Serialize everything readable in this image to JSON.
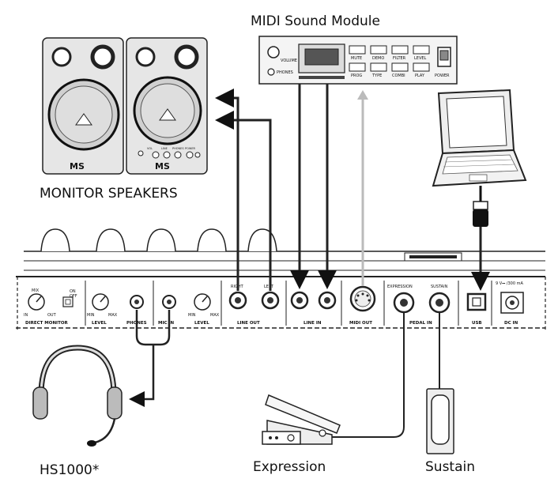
{
  "captions": {
    "midi_module": "MIDI Sound Module",
    "monitor_speakers": "MONITOR SPEAKERS",
    "headset": "HS1000*",
    "expression": "Expression",
    "sustain": "Sustain"
  },
  "panel": {
    "mix": "MIX",
    "on": "ON",
    "off": "OFF",
    "in": "IN",
    "out": "OUT",
    "direct_monitor": "DIRECT MONITOR",
    "min": "MIN",
    "max": "MAX",
    "level": "LEVEL",
    "phones": "PHONES",
    "mic_in": "MIC IN",
    "right": "RIGHT",
    "left": "LEFT",
    "line_out": "LINE OUT",
    "line_in": "LINE IN",
    "midi_out": "MIDI OUT",
    "expression": "EXPRESSION",
    "sustain": "SUSTAIN",
    "pedal_in": "PEDAL IN",
    "usb": "USB",
    "power_spec": "9 V⎓ /300 mA",
    "dc_in": "DC IN"
  },
  "module": {
    "volume": "VOLUME",
    "phones": "PHONES",
    "buttons_top": [
      "MUTE",
      "DEMO",
      "FILTER",
      "LEVEL"
    ],
    "buttons_bottom": [
      "PROG",
      "TYPE",
      "COMBI",
      "PLAY"
    ],
    "power": "POWER"
  },
  "speaker": {
    "logo": "MS",
    "controls": [
      "VOL",
      "LINE",
      "PHONES",
      "POWER"
    ]
  }
}
